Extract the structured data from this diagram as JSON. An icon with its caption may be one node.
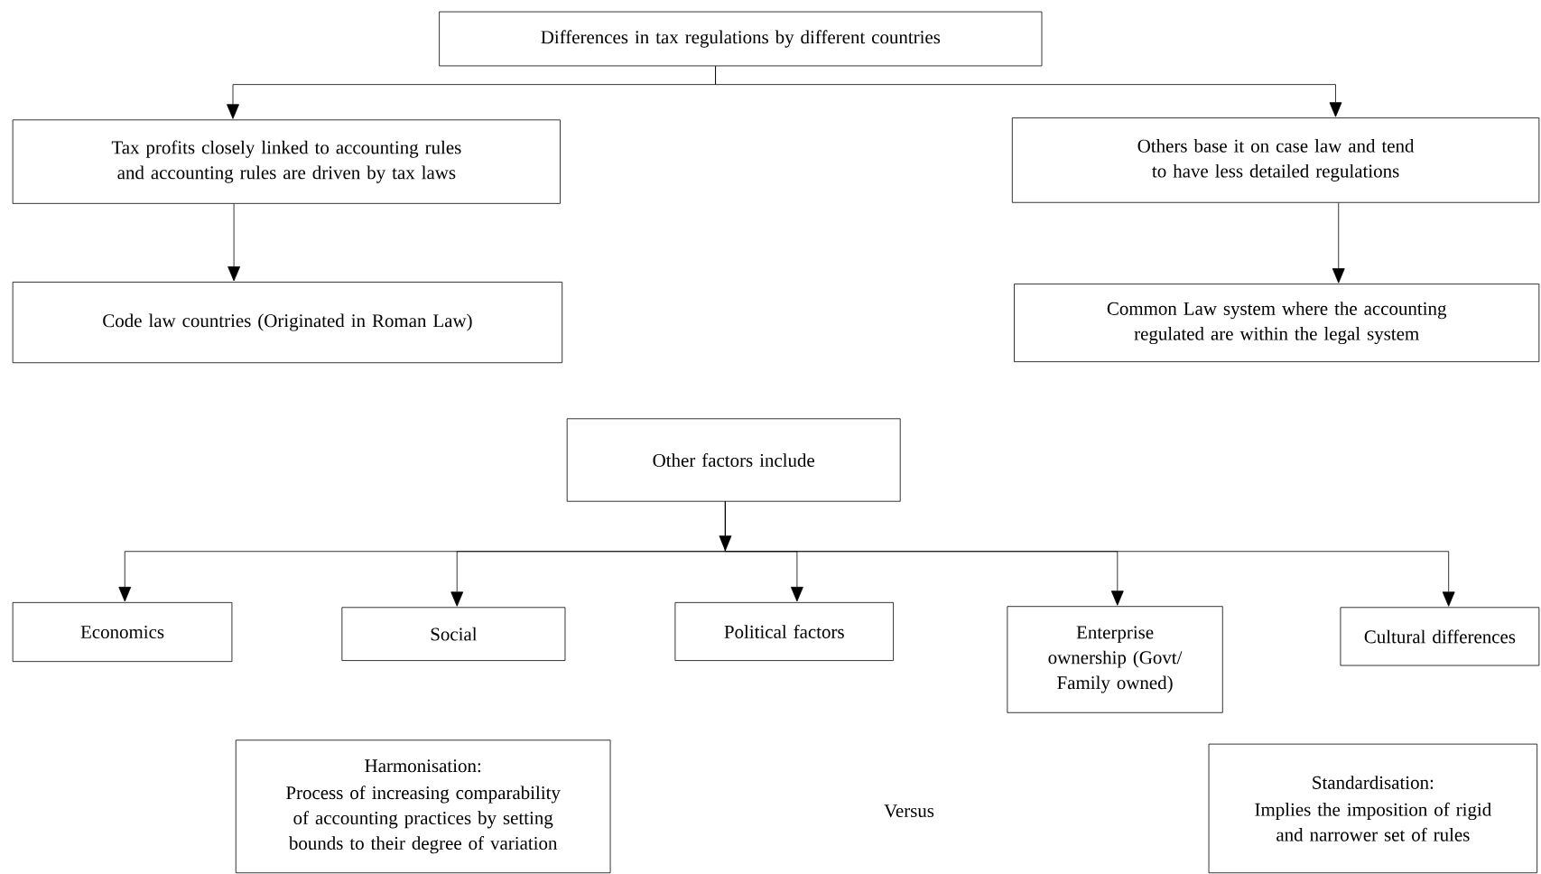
{
  "diagram": {
    "nodes": [
      {
        "text": [
          "Differences in tax regulations by different countries"
        ]
      },
      {
        "text": [
          "Tax profits closely linked to accounting rules and accounting rules are driven by tax laws"
        ]
      },
      {
        "text": [
          "Others base it on case law and tend to have less detailed regulations"
        ]
      },
      {
        "text": [
          "Code law countries (Originated in Roman Law)"
        ]
      },
      {
        "text": [
          "Common Law system where the accounting regulated are within the legal system"
        ]
      },
      {
        "text": [
          "Other factors include"
        ]
      },
      {
        "text": [
          "Economics"
        ]
      },
      {
        "text": [
          "Social"
        ]
      },
      {
        "text": [
          "Political factors"
        ]
      },
      {
        "text": [
          "Enterprise ownership (Govt/ Family owned)"
        ]
      },
      {
        "text": [
          "Cultural differences"
        ]
      },
      {
        "text": [
          "Harmonisation:",
          "Process of increasing comparability of accounting practices by setting bounds to their degree of variation"
        ]
      },
      {
        "text": [
          "Standardisation:",
          "Implies the imposition of rigid and narrower set of rules"
        ]
      }
    ],
    "edges": [
      {
        "from": 0,
        "to": 1,
        "arrow": "to"
      },
      {
        "from": 0,
        "to": 2,
        "arrow": "to"
      },
      {
        "from": 1,
        "to": 3,
        "arrow": "to"
      },
      {
        "from": 2,
        "to": 4,
        "arrow": "to"
      },
      {
        "from": 5,
        "to": 6,
        "arrow": "to"
      },
      {
        "from": 5,
        "to": 7,
        "arrow": "to"
      },
      {
        "from": 5,
        "to": 8,
        "arrow": "to"
      },
      {
        "from": 5,
        "to": 9,
        "arrow": "to"
      },
      {
        "from": 5,
        "to": 10,
        "arrow": "to"
      }
    ],
    "labels": [
      "Versus"
    ]
  }
}
